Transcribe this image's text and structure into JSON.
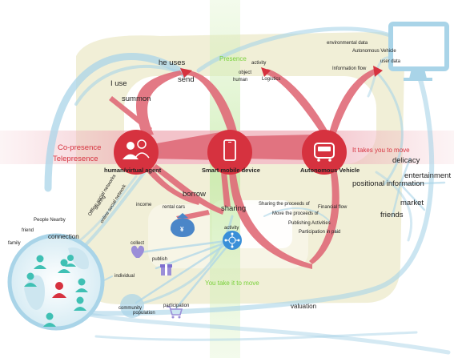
{
  "top_labels": {
    "presence": "Presence",
    "he_uses": "he uses",
    "send": "send",
    "i_use": "I use",
    "summon": "summon",
    "activity_top": "activity",
    "object": "object",
    "human": "human",
    "logistics": "Logistics"
  },
  "monitor": {
    "environmental_data": "environmental data",
    "autonomous_vehicle_top": "Autonomous Vehicle",
    "user_data": "user data",
    "information_flow": "Information flow"
  },
  "center": {
    "co_presence": "Co-presence",
    "telepresence": "Telepresence",
    "human_virtual_agent": "human/virtual agent",
    "smart_mobile_device": "Smart mobile device",
    "autonomous_vehicle": "Autonomous Vehicle",
    "it_takes_you": "It takes you to move"
  },
  "right_labels": {
    "delicacy": "delicacy",
    "entertainment": "entertainment",
    "positional_information": "positional information",
    "market": "market",
    "friends": "friends"
  },
  "financial": {
    "sharing_proceeds": "Sharing the proceeds of",
    "financial_flow": "Financial flow",
    "move_proceeds": "Move the proceeds of",
    "publishing_activities": "Publishing Activities",
    "participation_paid": "Participation in paid"
  },
  "middle_labels": {
    "borrow": "borrow",
    "income": "income",
    "rental_cars": "rental cars",
    "sharing": "sharing",
    "activity": "activity",
    "yen_symbol": "¥",
    "you_take_it": "You take it to move",
    "valuation": "valuation"
  },
  "left_labels": {
    "offline_social": "Offline social networks",
    "online_social": "online social network",
    "sharing_small": "sharing",
    "people_nearby": "People Nearby",
    "friend": "friend",
    "family": "family",
    "connection": "connection"
  },
  "bottom_labels": {
    "collect": "collect",
    "publish": "publish",
    "individual": "individual",
    "community": "community",
    "population": "population",
    "participation": "participation"
  },
  "colors": {
    "accent_red": "#d6323f",
    "accent_green": "#7ad13b",
    "flow_blue": "#a9d4e8",
    "beige": "#ede9c6"
  }
}
